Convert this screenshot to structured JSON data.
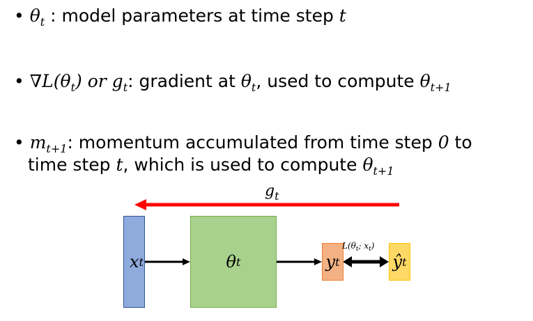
{
  "bullets": [
    {
      "sym": "θ",
      "sub": "t",
      "text": " : model parameters at time step ",
      "tail": "t"
    },
    {
      "sym": "∇L(θ",
      "sub": "t",
      "mid": ") or ",
      "sym2": "g",
      "sub2": "t",
      "text": ": gradient at ",
      "sym3": "θ",
      "sub3": "t",
      "text2": ", used to compute ",
      "sym4": "θ",
      "sub4": "t+1"
    },
    {
      "sym": "m",
      "sub": "t+1",
      "text": ": momentum accumulated from time step ",
      "zero": "0",
      "text2": " to",
      "line2a": "time step ",
      "t": "t",
      "line2b": ", which is used to compute ",
      "sym2": "θ",
      "sub2": "t+1"
    }
  ],
  "diagram": {
    "gradient_label": "g",
    "gradient_sub": "t",
    "input": "x",
    "input_sub": "t",
    "model": "θ",
    "model_sub": "t",
    "output": "y",
    "output_sub": "t",
    "loss": "L(θ",
    "loss_sub": "t",
    "loss_mid": "; x",
    "loss_sub2": "t",
    "loss_end": ")",
    "target": "ŷ",
    "target_sub": "t",
    "colors": {
      "input": "#8faadc",
      "model": "#a9d18e",
      "output": "#f4b183",
      "target": "#ffd966",
      "gradient": "#ff0000"
    }
  }
}
